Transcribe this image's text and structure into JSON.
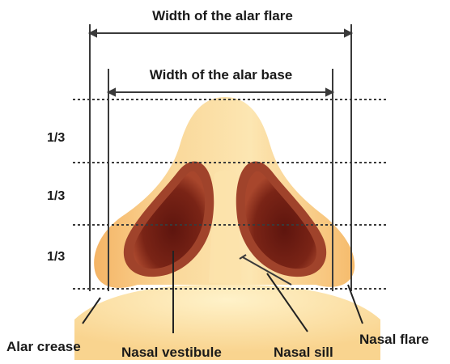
{
  "figure": {
    "labels": {
      "alar_flare_width": "Width of the alar flare",
      "alar_base_width": "Width of the alar base",
      "third_upper": "1/3",
      "third_middle": "1/3",
      "third_lower": "1/3",
      "alar_crease": "Alar crease",
      "nasal_vestibule": "Nasal vestibule",
      "nasal_sill": "Nasal sill",
      "nasal_flare": "Nasal flare"
    },
    "colors": {
      "skin_light": "#FCE3A6",
      "skin_mid": "#F7C77E",
      "skin_shadow": "#F0A85C",
      "nostril_outer": "#A0432B",
      "nostril_inner": "#6E1B12",
      "line": "#333333"
    }
  }
}
